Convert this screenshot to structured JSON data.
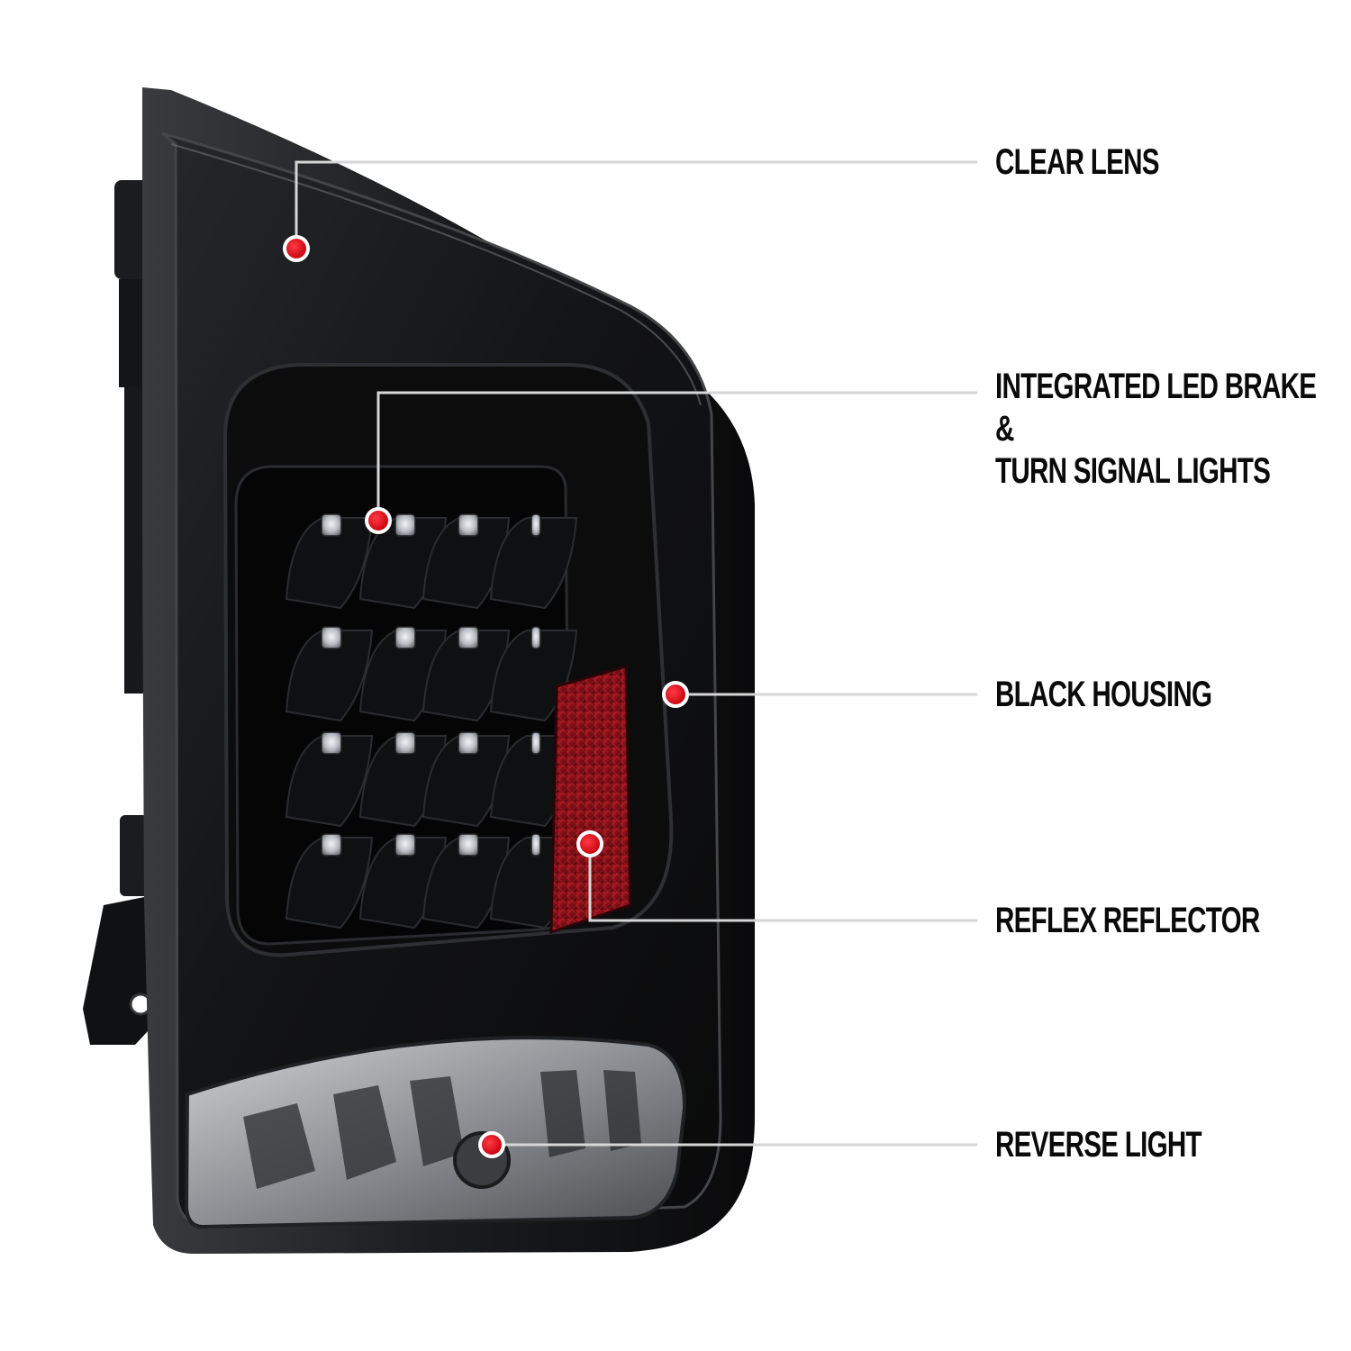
{
  "callouts": {
    "clear_lens": "CLEAR LENS",
    "led_line1": "INTEGRATED LED BRAKE",
    "led_line2": "&",
    "led_line3": "TURN SIGNAL LIGHTS",
    "black_housing": "BLACK HOUSING",
    "reflex_reflector": "REFLEX REFLECTOR",
    "reverse_light": "REVERSE LIGHT"
  },
  "colors": {
    "background": "#ffffff",
    "housing": "#0b0b0c",
    "leader_line": "#d6d6d6",
    "marker": "#e00b16",
    "reflector": "#8a1219",
    "label_text": "#0a0a0a"
  },
  "product_illustration": "black LED tail light assembly"
}
